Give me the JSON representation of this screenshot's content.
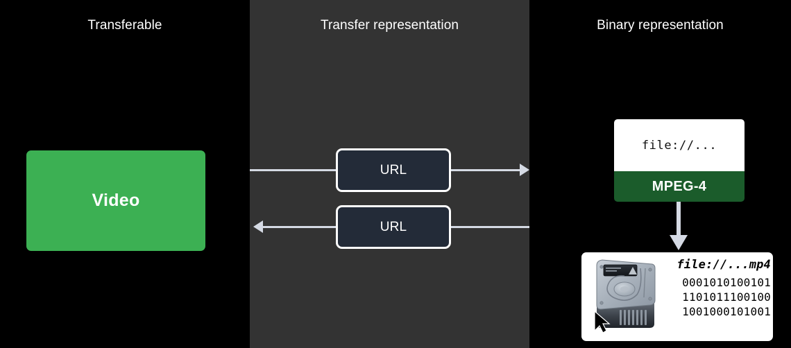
{
  "columns": {
    "left": {
      "title": "Transferable"
    },
    "middle": {
      "title": "Transfer representation"
    },
    "right": {
      "title": "Binary representation"
    }
  },
  "left_column": {
    "video_box": {
      "label": "Video"
    }
  },
  "middle_column": {
    "url_box_top": {
      "label": "URL"
    },
    "url_box_bottom": {
      "label": "URL"
    },
    "arrow_top_direction": "right",
    "arrow_bottom_direction": "left"
  },
  "right_column": {
    "mpeg_card": {
      "path_text": "file://...",
      "format_label": "MPEG-4"
    },
    "down_arrow_direction": "down",
    "disk_card": {
      "file_url": "file://...mp4",
      "disk_icon": "hard-disk-icon",
      "cursor_icon": "mouse-pointer-icon",
      "binary_lines": [
        "0001010100101",
        "1101011100100",
        "1001000101001"
      ]
    }
  },
  "colors": {
    "background": "#000000",
    "middle_panel": "#333333",
    "video_green": "#3cb053",
    "mpeg_green": "#1b5c2b",
    "arrow_gray": "#d5dae4",
    "url_box_fill": "#232b38",
    "card_white": "#ffffff",
    "text_white": "#ffffff"
  }
}
